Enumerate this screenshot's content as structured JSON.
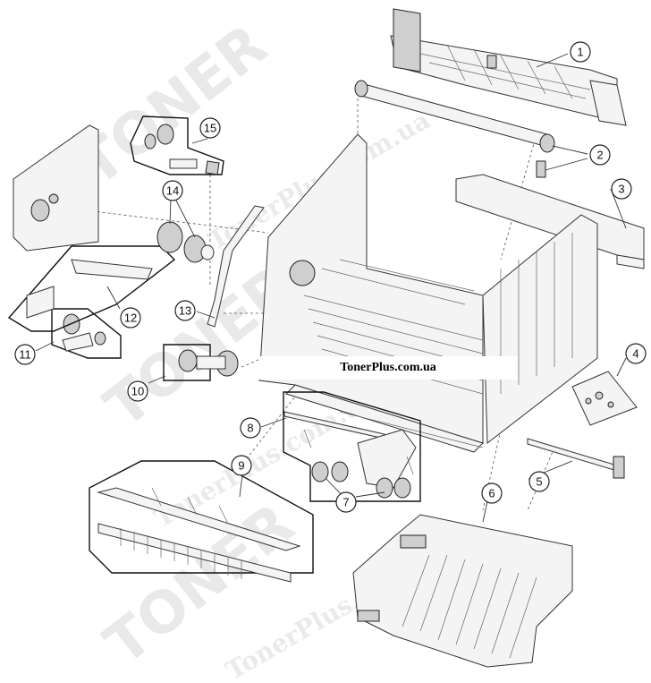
{
  "watermark": {
    "brand": "TONER",
    "url": "TonerPlus.com.ua"
  },
  "banner": {
    "text": "TonerPlus.com.ua"
  },
  "callouts": [
    "1",
    "2",
    "3",
    "4",
    "5",
    "6",
    "7",
    "8",
    "9",
    "10",
    "11",
    "12",
    "13",
    "14",
    "15"
  ]
}
